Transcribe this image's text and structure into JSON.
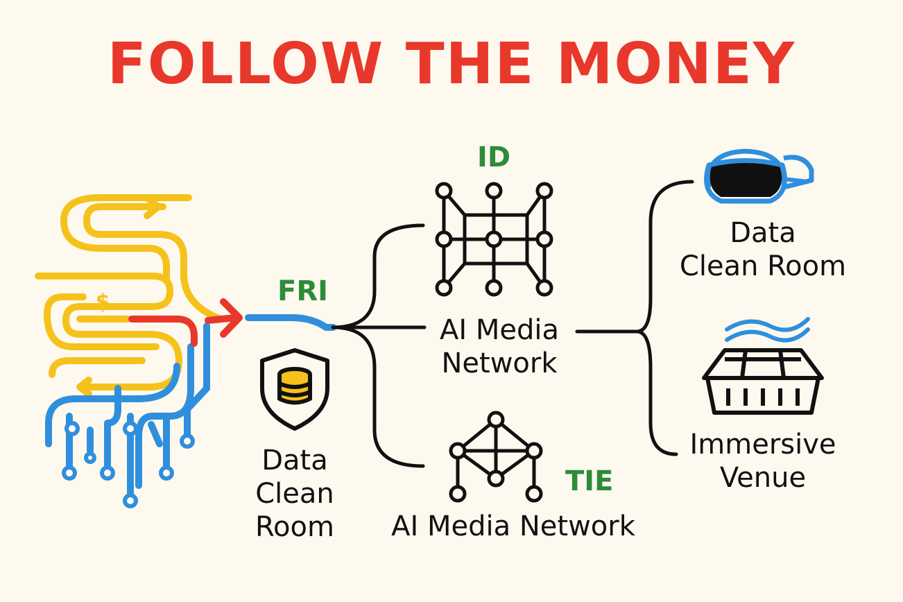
{
  "title": "FOLLOW THE MONEY",
  "colors": {
    "title": "#e8382b",
    "tag": "#2e8b3a",
    "yellow": "#f5c21b",
    "blue": "#2f8fdd",
    "red": "#e8382b",
    "ink": "#111111",
    "background": "#fdf9ef"
  },
  "tags": {
    "fri": "FRI",
    "id": "ID",
    "tie": "TIE"
  },
  "nodes": {
    "clean_room_left": {
      "line1": "Data",
      "line2": "Clean",
      "line3": "Room",
      "icon": "shield-database-icon"
    },
    "ai_media_top": {
      "line1": "AI Media",
      "line2": "Network",
      "icon": "network-grid-icon"
    },
    "ai_media_bottom": {
      "line1": "AI Media Network",
      "icon": "network-mesh-icon"
    },
    "clean_room_right": {
      "line1": "Data",
      "line2": "Clean Room",
      "icon": "vr-headset-icon"
    },
    "immersive_venue": {
      "line1": "Immersive",
      "line2": "Venue",
      "icon": "stadium-icon"
    }
  },
  "source": {
    "icon": "money-flow-circuit-icon",
    "symbol": "$"
  }
}
